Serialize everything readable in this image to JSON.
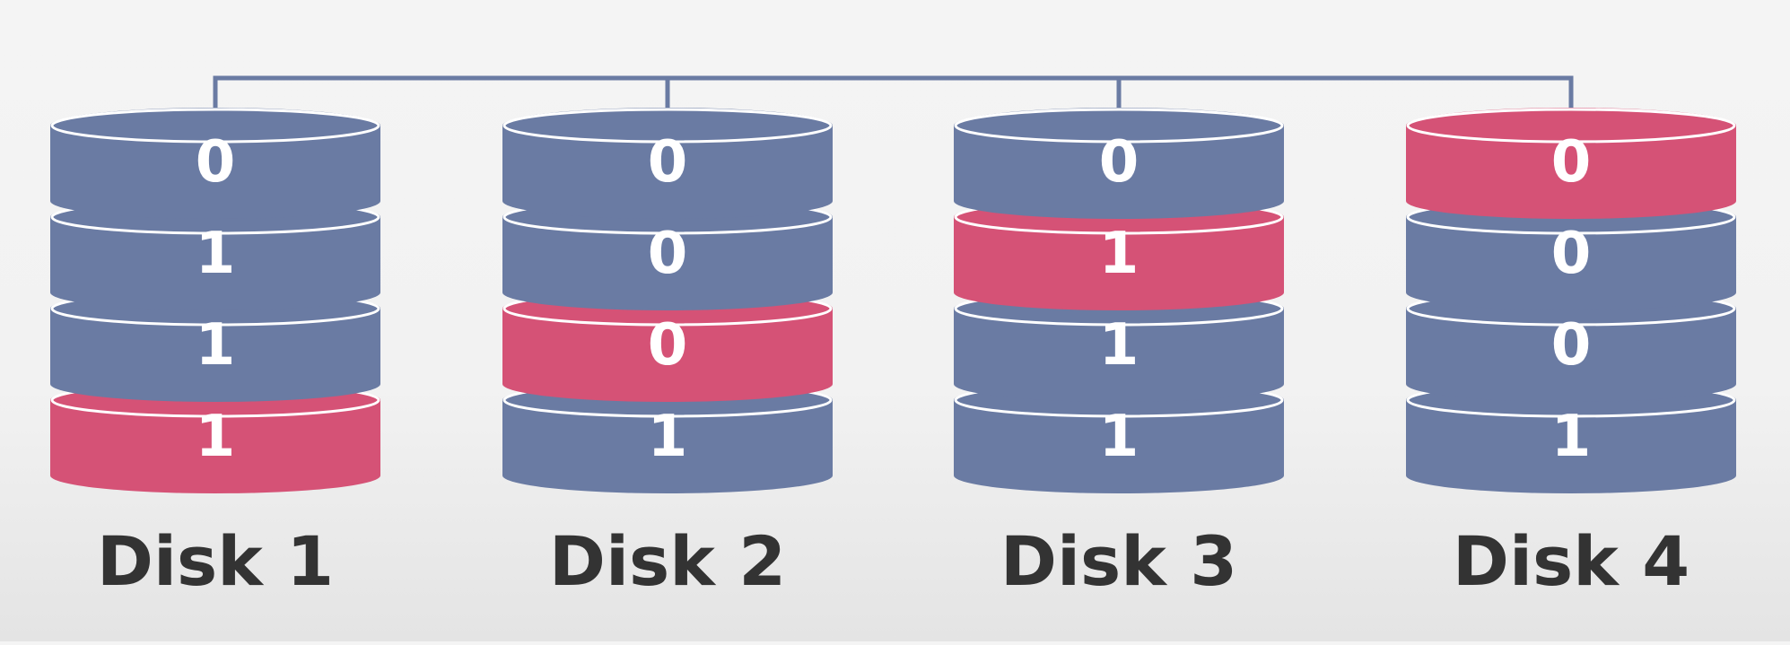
{
  "colors": {
    "data": "#6a7ba3",
    "parity": "#d55276",
    "bus": "#6a7ba3",
    "label": "#333333",
    "outline": "#ffffff"
  },
  "disks": [
    {
      "label": "Disk 1",
      "blocks": [
        {
          "bit": "0",
          "kind": "data"
        },
        {
          "bit": "1",
          "kind": "data"
        },
        {
          "bit": "1",
          "kind": "data"
        },
        {
          "bit": "1",
          "kind": "parity"
        }
      ]
    },
    {
      "label": "Disk 2",
      "blocks": [
        {
          "bit": "0",
          "kind": "data"
        },
        {
          "bit": "0",
          "kind": "data"
        },
        {
          "bit": "0",
          "kind": "parity"
        },
        {
          "bit": "1",
          "kind": "data"
        }
      ]
    },
    {
      "label": "Disk 3",
      "blocks": [
        {
          "bit": "0",
          "kind": "data"
        },
        {
          "bit": "1",
          "kind": "parity"
        },
        {
          "bit": "1",
          "kind": "data"
        },
        {
          "bit": "1",
          "kind": "data"
        }
      ]
    },
    {
      "label": "Disk 4",
      "blocks": [
        {
          "bit": "0",
          "kind": "parity"
        },
        {
          "bit": "0",
          "kind": "data"
        },
        {
          "bit": "0",
          "kind": "data"
        },
        {
          "bit": "1",
          "kind": "data"
        }
      ]
    }
  ]
}
